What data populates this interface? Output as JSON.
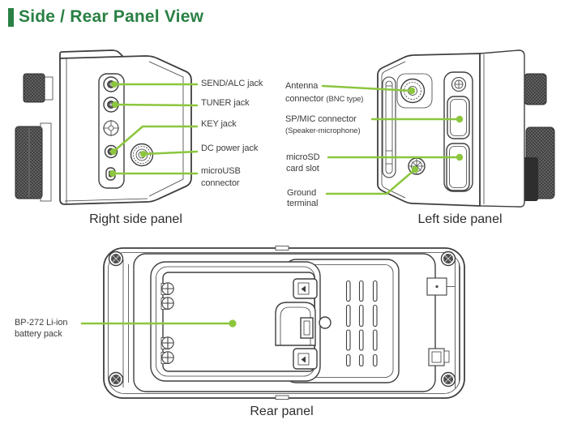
{
  "title": "Side / Rear Panel View",
  "colors": {
    "accent_green": "#2a8044",
    "callout_green": "#8cc63e"
  },
  "right_side_panel": {
    "caption": "Right side panel",
    "labels": {
      "send_alc": "SEND/ALC jack",
      "tuner": "TUNER jack",
      "key": "KEY jack",
      "dc_power": "DC power jack",
      "microusb_line1": "microUSB",
      "microusb_line2": "connector"
    }
  },
  "left_side_panel": {
    "caption": "Left side panel",
    "labels": {
      "antenna_line1": "Antenna",
      "antenna_line2": "connector",
      "antenna_note": "(BNC type)",
      "sp_mic": "SP/MIC connector",
      "sp_mic_note": "(Speaker-microphone)",
      "microsd_line1": "microSD",
      "microsd_line2": "card slot",
      "ground_line1": "Ground",
      "ground_line2": "terminal"
    }
  },
  "rear_panel": {
    "caption": "Rear panel",
    "labels": {
      "battery_line1": "BP-272 Li-ion",
      "battery_line2": "battery pack"
    }
  }
}
